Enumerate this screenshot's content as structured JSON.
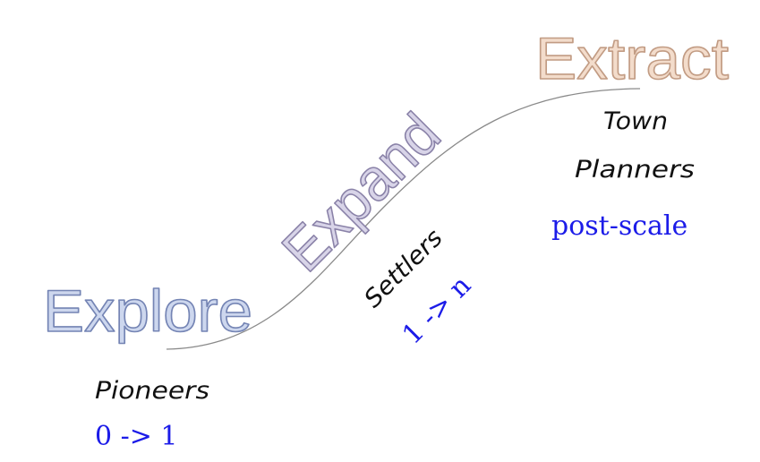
{
  "phases": {
    "explore": "Explore",
    "expand": "Expand",
    "extract": "Extract"
  },
  "roles": {
    "pioneers": "Pioneers",
    "settlers": "Settlers",
    "town_line1": "Town",
    "town_line2": "Planners"
  },
  "ranges": {
    "pioneers": "0 -> 1",
    "settlers": "1 -> n",
    "town_planners": "post-scale"
  },
  "colors": {
    "explore_fill": "#cdd7ee",
    "explore_stroke": "#7484b4",
    "expand_fill": "#d8d4e8",
    "expand_stroke": "#8a82a8",
    "extract_fill": "#f3dccb",
    "extract_stroke": "#c29c84",
    "range_text": "#1c1ce8",
    "curve": "#8a8a8a"
  }
}
